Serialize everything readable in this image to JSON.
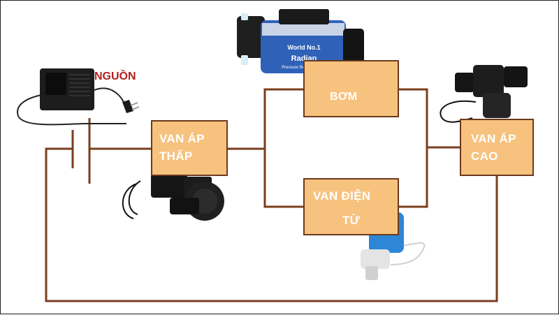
{
  "power_source": {
    "label": "NGUỒN"
  },
  "components": {
    "low_pressure_valve": {
      "line1": "VAN ÁP",
      "line2": "THẤP"
    },
    "pump": {
      "label": "BƠM"
    },
    "solenoid_valve": {
      "line1": "VAN ĐIỆN",
      "line2": "TỪ"
    },
    "high_pressure_valve": {
      "line1": "VAN ÁP",
      "line2": "CAO"
    }
  },
  "pump_label_text": {
    "brand": "Radian",
    "model": "World No.1",
    "type": "Pressure Booster Pump"
  },
  "colors": {
    "wire": "#7a3e1e",
    "box_fill": "#f6c27e",
    "box_border": "#6b3a1e",
    "label_text": "#ffffff",
    "source_text": "#b21f1f"
  }
}
